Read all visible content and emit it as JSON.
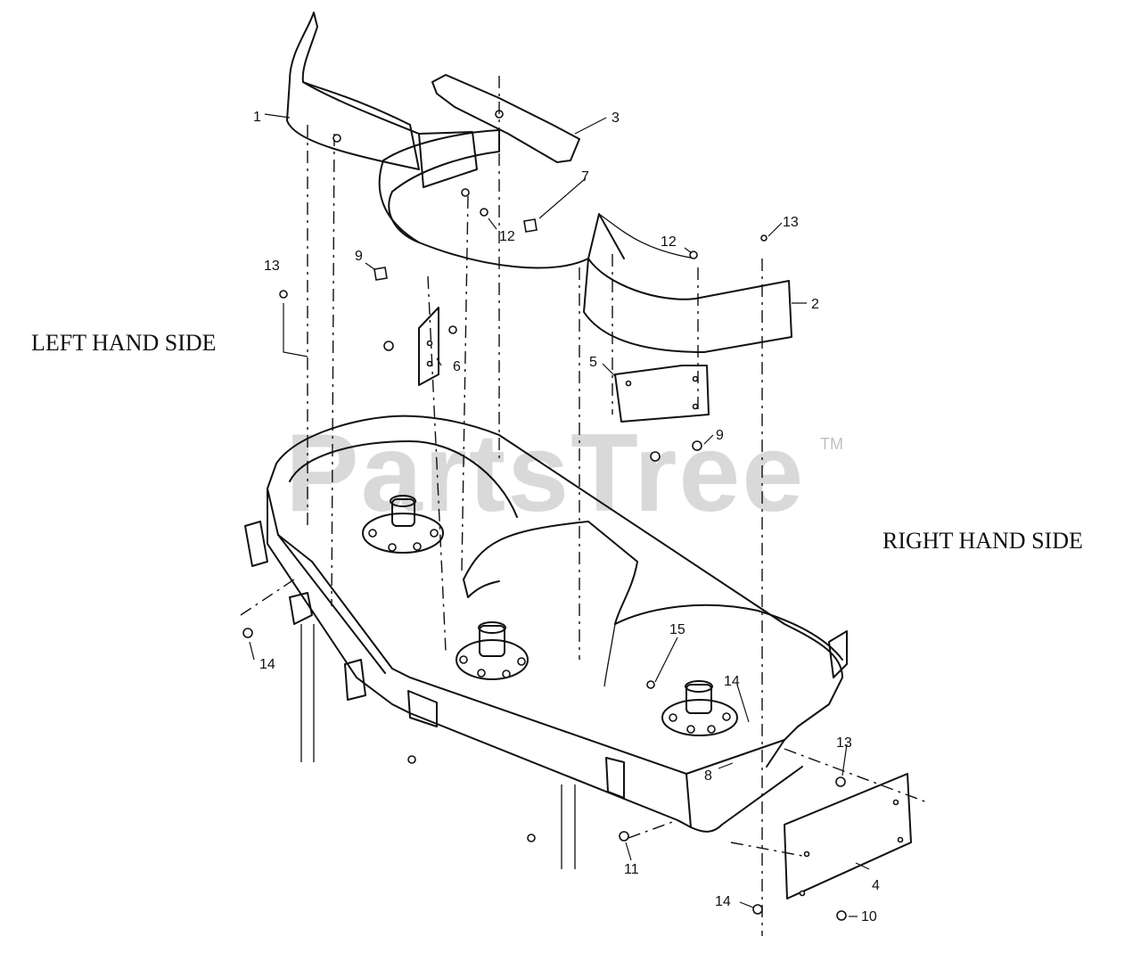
{
  "labels": {
    "left_side": "LEFT HAND SIDE",
    "right_side": "RIGHT HAND SIDE"
  },
  "watermark": {
    "text": "PartsTree",
    "tm": "TM"
  },
  "callouts": {
    "c1": "1",
    "c2": "2",
    "c3": "3",
    "c4": "4",
    "c5": "5",
    "c6": "6",
    "c7": "7",
    "c8": "8",
    "c9a": "9",
    "c9b": "9",
    "c10": "10",
    "c11": "11",
    "c12a": "12",
    "c12b": "12",
    "c13a": "13",
    "c13b": "13",
    "c13c": "13",
    "c14a": "14",
    "c14b": "14",
    "c14c": "14",
    "c15": "15"
  }
}
